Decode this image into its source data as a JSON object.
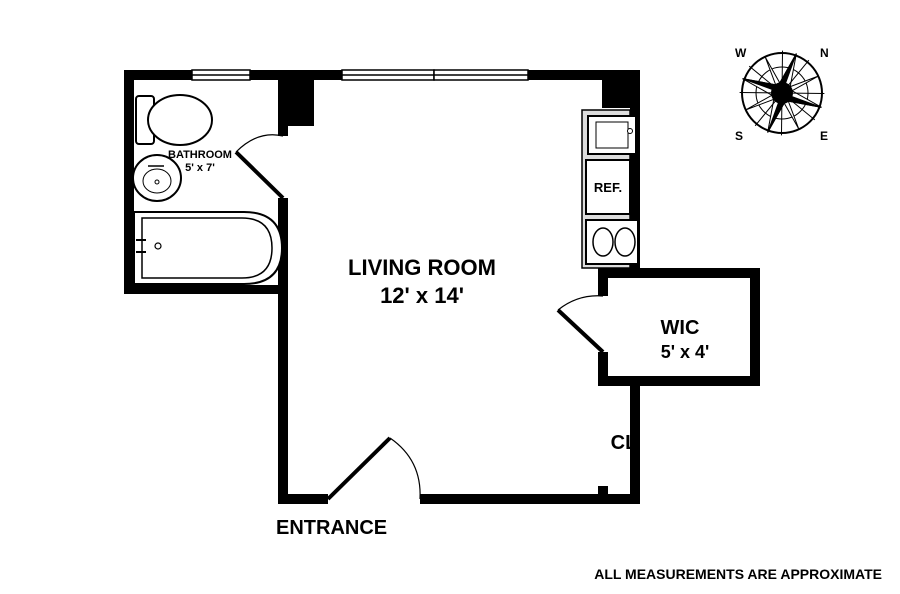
{
  "rooms": {
    "bathroom": {
      "name": "BATHROOM",
      "size": "5' x 7'"
    },
    "living_room": {
      "name": "LIVING ROOM",
      "size": "12' x 14'"
    },
    "wic": {
      "name": "WIC",
      "size": "5' x 4'"
    },
    "closet": {
      "name": "CL"
    }
  },
  "fixtures": {
    "refrigerator": "REF."
  },
  "entrance": "ENTRANCE",
  "compass": {
    "n": "N",
    "e": "E",
    "s": "S",
    "w": "W"
  },
  "footnote": "ALL MEASUREMENTS ARE APPROXIMATE",
  "colors": {
    "wall": "#000000",
    "fixture_fill": "#dddddd",
    "background": "#ffffff"
  }
}
